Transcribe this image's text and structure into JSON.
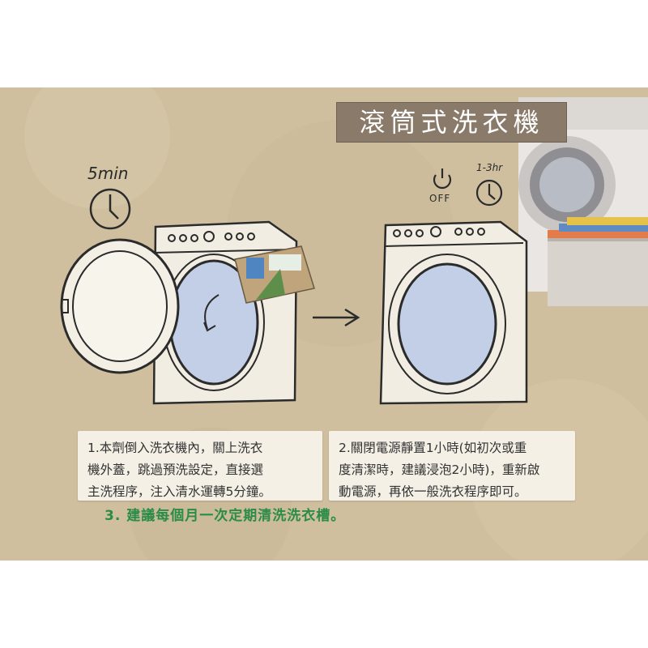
{
  "title": "滾筒式洗衣機",
  "timer_left": "5min",
  "power_label": "OFF",
  "timer_right": "1-3hr",
  "step1_line1": "1.本劑倒入洗衣機內，關上洗衣",
  "step1_line2": "機外蓋，跳過預洗設定，直接選",
  "step1_line3": "主洗程序，注入清水運轉5分鐘。",
  "step2_line1": "2.關閉電源靜置1小時(如初次或重",
  "step2_line2": "度清潔時，建議浸泡2小時)，重新啟",
  "step2_line3": "動電源，再依一般洗衣程序即可。",
  "tip": "3. 建議每個月一次定期清洗洗衣槽。",
  "colors": {
    "background": "#cfbf9f",
    "title_box": "#8a7a6a",
    "tip_text": "#2a8c48",
    "drum_window": "#c3cfe6"
  }
}
